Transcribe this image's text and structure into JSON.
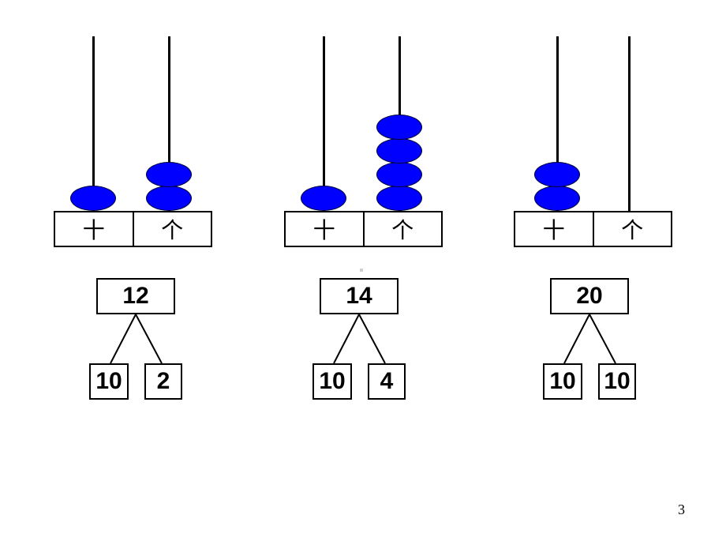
{
  "colors": {
    "bead": "#0000ff",
    "line": "#000000",
    "background": "#ffffff"
  },
  "page_number": "3",
  "abacuses": [
    {
      "tens_label": "十",
      "ones_label": "个",
      "tens_beads": 1,
      "ones_beads": 2,
      "total": "12",
      "part_tens": "10",
      "part_ones": "2"
    },
    {
      "tens_label": "十",
      "ones_label": "个",
      "tens_beads": 1,
      "ones_beads": 4,
      "total": "14",
      "part_tens": "10",
      "part_ones": "4"
    },
    {
      "tens_label": "十",
      "ones_label": "个",
      "tens_beads": 2,
      "ones_beads": 0,
      "total": "20",
      "part_tens": "10",
      "part_ones": "10"
    }
  ]
}
